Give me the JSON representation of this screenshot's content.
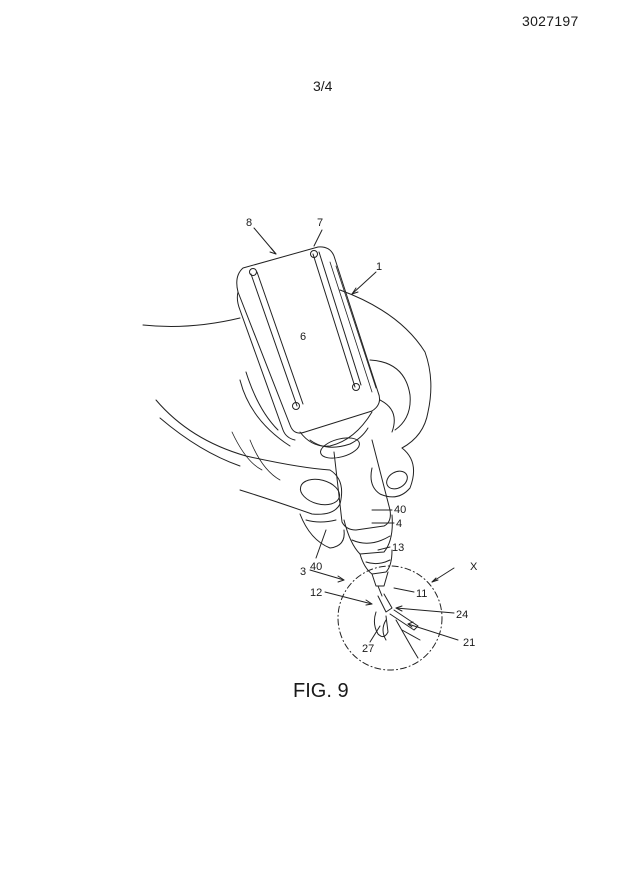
{
  "header": {
    "doc_number": "3027197",
    "sheet": "3/4"
  },
  "figure": {
    "caption": "FIG. 9",
    "labels": {
      "l8": "8",
      "l7": "7",
      "l1": "1",
      "l6": "6",
      "l40a": "40",
      "l4": "4",
      "l13": "13",
      "l40b": "40",
      "l3": "3",
      "lX": "X",
      "l12": "12",
      "l11": "11",
      "l24": "24",
      "l27": "27",
      "l21": "21"
    }
  }
}
